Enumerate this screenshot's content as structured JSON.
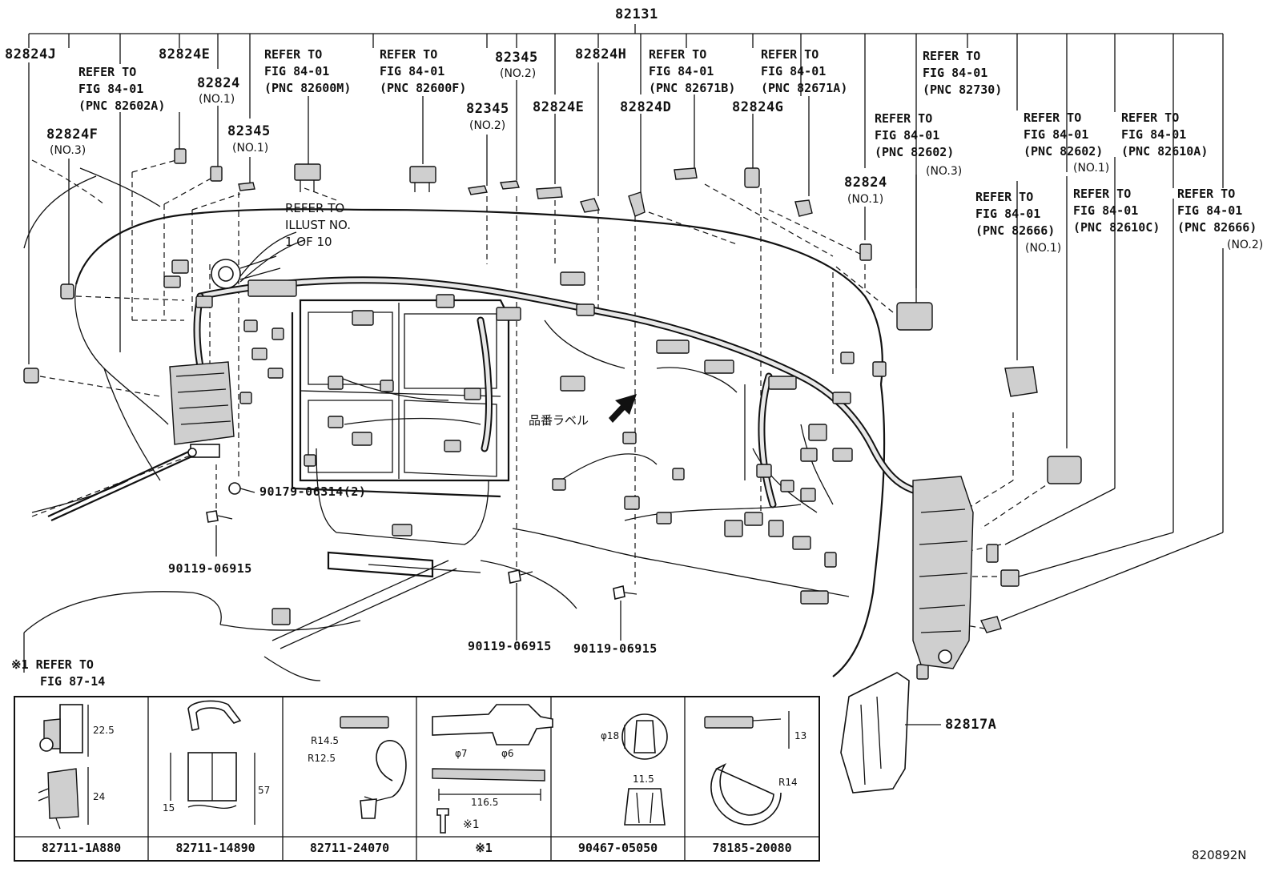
{
  "diagram": {
    "top_part": "82131",
    "labels": {
      "p82824J": "82824J",
      "p82824E_top": "82824E",
      "p82824_no1_left": "82824",
      "no1_a": "(NO.1)",
      "p82345_no1": "82345",
      "no1_b": "(NO.1)",
      "p82824F": "82824F",
      "no3_a": "(NO.3)",
      "p82345_no2_top": "82345",
      "no2_a": "(NO.2)",
      "p82345_no2_mid": "82345",
      "no2_b": "(NO.2)",
      "p82824H": "82824H",
      "p82824E_mid": "82824E",
      "p82824D": "82824D",
      "p82824G": "82824G",
      "p82824_no1_right": "82824",
      "no1_c": "(NO.1)",
      "p82817A": "82817A",
      "illust_no": "820892N",
      "hinban_label": "品番ラベル"
    },
    "refs": {
      "refer_to": "REFER TO",
      "fig": "FIG 84-01",
      "r_82602A": "(PNC 82602A)",
      "r_82600M": "(PNC 82600M)",
      "r_82600F": "(PNC 82600F)",
      "r_82671B": "(PNC 82671B)",
      "r_82671A": "(PNC 82671A)",
      "r_82730": "(PNC 82730)",
      "r_82602_no3": "(PNC 82602)",
      "no3_b": "(NO.3)",
      "r_82602_no1": "(PNC 82602)",
      "no1_d": "(NO.1)",
      "r_82610A": "(PNC 82610A)",
      "r_82666_no1": "(PNC 82666)",
      "no1_e": "(NO.1)",
      "r_82610C": "(PNC 82610C)",
      "r_82666_no2": "(PNC 82666)",
      "no2_c": "(NO.2)",
      "illust_refer": "REFER TO",
      "illust_line2": "ILLUST NO.",
      "illust_line3": "1 OF 10",
      "fig87_line1": "※1 REFER TO",
      "fig87_line2": "FIG 87-14"
    },
    "bolts": {
      "b1": "90179-06314(2)",
      "b2": "90119-06915",
      "b3": "90119-06915",
      "b4": "90119-06915"
    },
    "table": {
      "cells": [
        "82711-1A880",
        "82711-14890",
        "82711-24070",
        "※1",
        "90467-05050",
        "78185-20080"
      ],
      "dims": {
        "d22_5": "22.5",
        "d24": "24",
        "d15": "15",
        "d57": "57",
        "r14_5": "R14.5",
        "r12_5": "R12.5",
        "phi7": "φ7",
        "phi6": "φ6",
        "d116_5": "116.5",
        "note_1": "※1",
        "phi18": "φ18",
        "d11_5": "11.5",
        "d13": "13",
        "r14": "R14"
      }
    }
  }
}
